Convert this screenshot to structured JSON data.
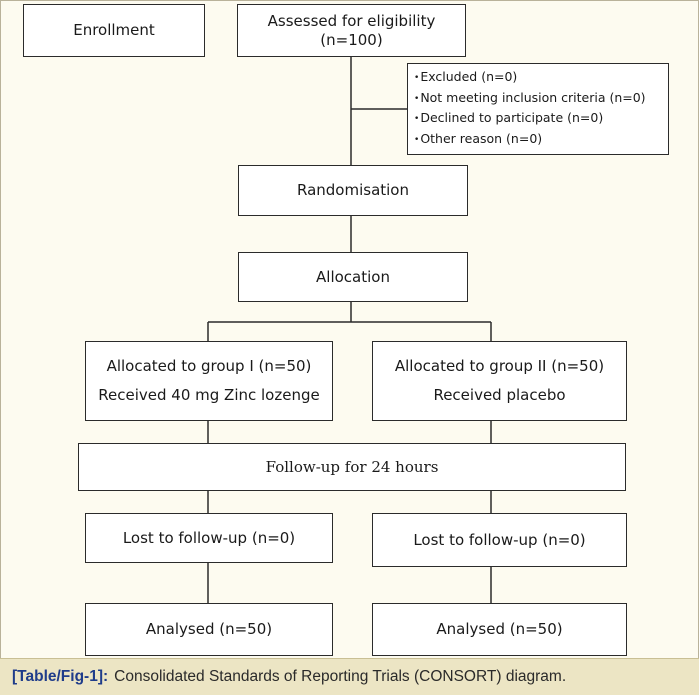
{
  "diagram": {
    "enrollment": "Enrollment",
    "assessed": "Assessed for eligibility (n=100)",
    "excluded": {
      "bullet": "•",
      "items": [
        "Excluded (n=0)",
        "Not meeting inclusion criteria (n=0)",
        "Declined to participate (n=0)",
        "Other reason (n=0)"
      ]
    },
    "randomisation": "Randomisation",
    "allocation": "Allocation",
    "group1": {
      "line1": "Allocated to group I (n=50)",
      "line2": "Received 40 mg Zinc lozenge"
    },
    "group2": {
      "line1": "Allocated to group II (n=50)",
      "line2": "Received placebo"
    },
    "followup": "Follow-up for 24 hours",
    "lost1": "Lost to follow-up (n=0)",
    "lost2": "Lost to follow-up (n=0)",
    "analysed1": "Analysed (n=50)",
    "analysed2": "Analysed (n=50)"
  },
  "caption": {
    "tag": "[Table/Fig-1]:",
    "text": "Consolidated Standards of Reporting Trials (CONSORT) diagram."
  },
  "colors": {
    "background": "#fdfbf0",
    "caption_background": "#ece5c4",
    "caption_tag": "#1f3c8a",
    "box_border": "#2b2b2b"
  }
}
